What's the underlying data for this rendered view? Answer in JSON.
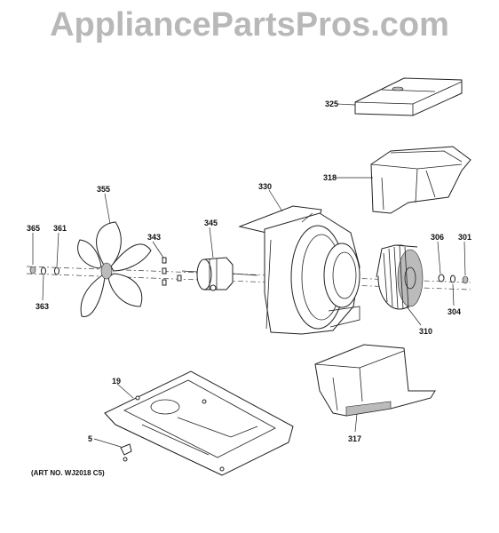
{
  "watermark": "AppliancePartsPros.com",
  "art_number": "(ART NO. WJ2018 C5)",
  "parts": {
    "p325": "325",
    "p318": "318",
    "p330": "330",
    "p355": "355",
    "p345": "345",
    "p343": "343",
    "p365": "365",
    "p361": "361",
    "p363": "363",
    "p306": "306",
    "p301": "301",
    "p304": "304",
    "p310": "310",
    "p19": "19",
    "p5": "5",
    "p317": "317"
  }
}
